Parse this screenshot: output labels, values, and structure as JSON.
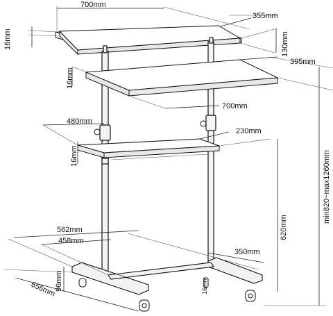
{
  "dimensions": {
    "top_width": "700mm",
    "top_depth": "355mm",
    "top_thickness": "16mm",
    "top_gap": "130mm",
    "mid_depth": "395mm",
    "mid_thickness": "16mm",
    "mid_width": "700mm",
    "lower_width": "480mm",
    "lower_depth": "230mm",
    "lower_thickness": "16mm",
    "total_height": "min820~max1260mm",
    "lower_height": "620mm",
    "base_width_outer": "562mm",
    "base_width_inner": "458mm",
    "base_depth": "350mm",
    "base_height": "96mm",
    "base_length": "656mm",
    "caster_label": "16mm"
  }
}
